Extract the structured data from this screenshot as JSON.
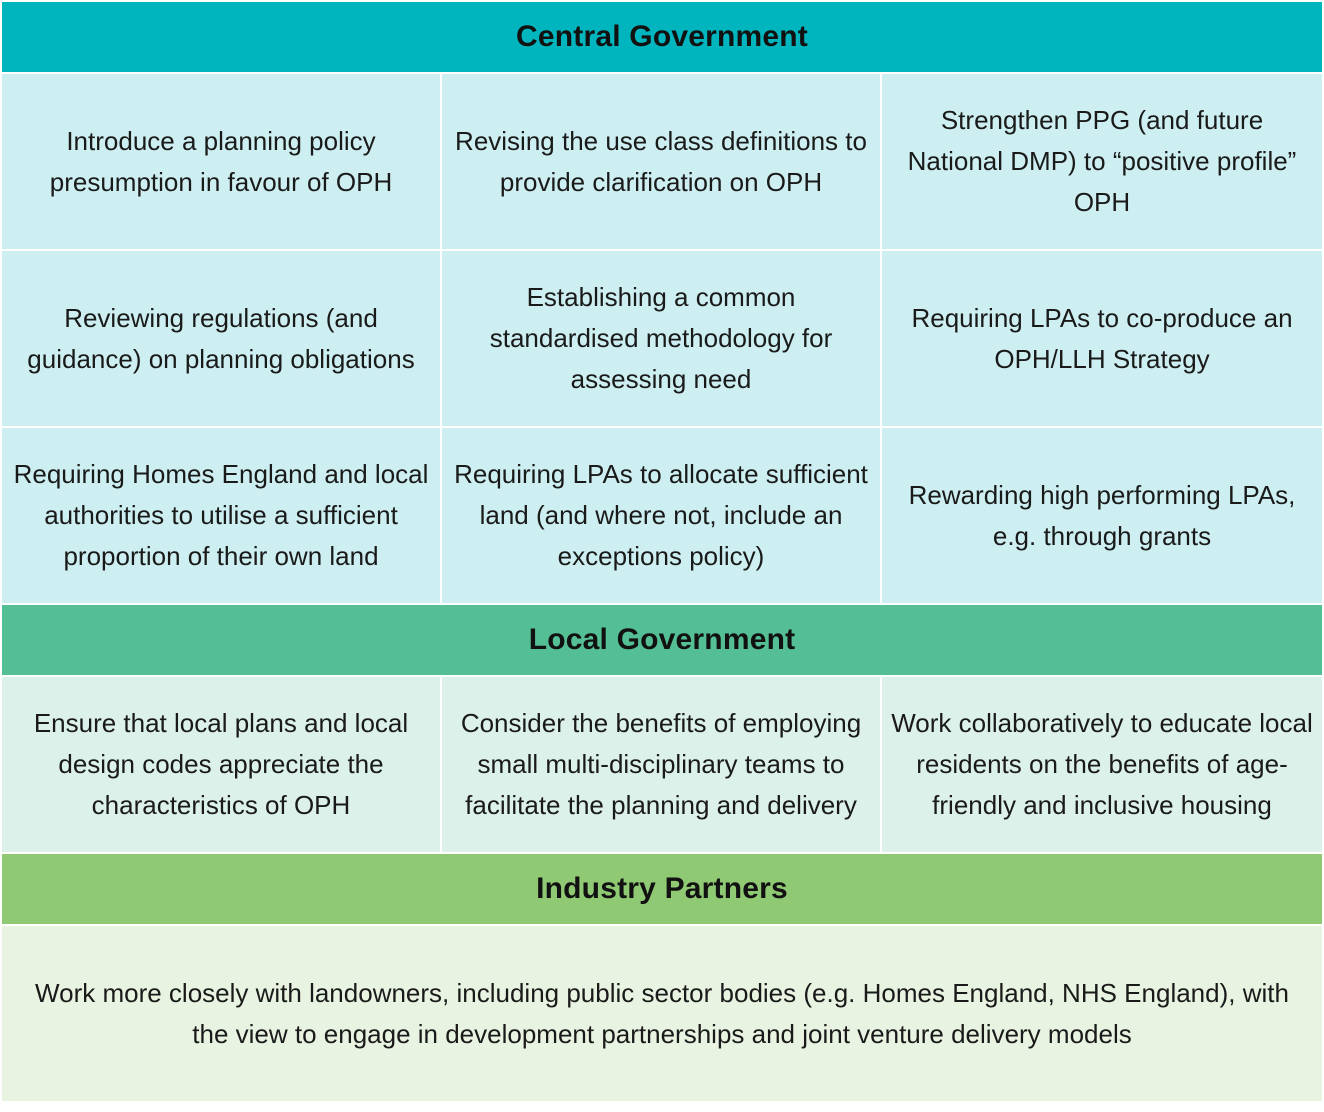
{
  "sections": {
    "central": {
      "title": "Central Government",
      "cells": [
        "Introduce a planning policy presumption in favour of OPH",
        "Revising the use class definitions to provide clarification on OPH",
        "Strengthen PPG (and future National DMP) to “positive profile” OPH",
        "Reviewing regulations (and guidance) on planning obligations",
        "Establishing a common standardised methodology for assessing need",
        "Requiring LPAs to co-produce an OPH/LLH Strategy",
        "Requiring Homes England and local authorities to utilise a sufficient proportion of their own land",
        "Requiring LPAs to allocate sufficient land (and where not, include an exceptions policy)",
        "Rewarding high performing LPAs, e.g. through grants"
      ]
    },
    "local": {
      "title": "Local Government",
      "cells": [
        "Ensure that local plans and local design codes appreciate the characteristics of OPH",
        "Consider the benefits of employing small multi-disciplinary teams to facilitate the planning and delivery",
        "Work collaboratively to educate local residents on the benefits of age-friendly and inclusive housing"
      ]
    },
    "industry": {
      "title": "Industry Partners",
      "cells": [
        "Work more closely with landowners, including public sector bodies (e.g. Homes England, NHS England), with the view to engage in development partnerships and joint venture delivery models"
      ]
    }
  },
  "colors": {
    "central_header": "#00b5bd",
    "central_cell": "#cdeff1",
    "local_header": "#54bf94",
    "local_cell": "#dcf1ea",
    "industry_header": "#8fc973",
    "industry_cell": "#e8f4e1"
  }
}
